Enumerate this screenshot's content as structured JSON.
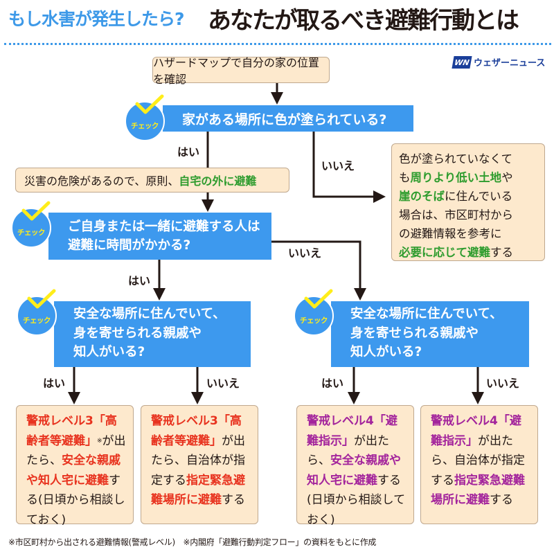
{
  "header": {
    "subtitle": "もし水害が発生したら?",
    "title_pre": "あなたが取るべき",
    "title_highlight": "避難行動",
    "title_post": "とは"
  },
  "logo": {
    "mark": "WN",
    "text": "ウェザーニュース"
  },
  "badge_label": "チェック",
  "branch_labels": {
    "yes": "はい",
    "no": "いいえ"
  },
  "start": {
    "text": "ハザードマップで自分の家の位置を確認"
  },
  "question1": {
    "text": "家がある場所に色が塗られている?"
  },
  "yes1_result": {
    "plain": "災害の危険があるので、原則、",
    "emph": "自宅の外に避難"
  },
  "no1_result": {
    "l1": "色が塗られていなくて",
    "l2a": "も",
    "l2b": "周りより低い土地",
    "l2c": "や",
    "l3a": "崖のそば",
    "l3b": "に住んでいる",
    "l4": "場合は、市区町村から",
    "l5": "の避難情報を参考に",
    "l6a": "必要に応じて避難",
    "l6b": "する"
  },
  "question2": {
    "line1": "ご自身または一緒に避難する人は",
    "line2": "避難に時間がかかる?"
  },
  "question3": {
    "line1": "安全な場所に住んでいて、",
    "line2": "身を寄せられる親戚や",
    "line3": "知人がいる?"
  },
  "question4": {
    "line1": "安全な場所に住んでいて、",
    "line2": "身を寄せられる親戚や",
    "line3": "知人がいる?"
  },
  "results": [
    {
      "a": "警戒レベル3「高齢者等避難」",
      "note": "※",
      "b": "が出たら、",
      "c": "安全な親戚や知人宅に避難",
      "d": "する(日頃から相談しておく)"
    },
    {
      "a": "警戒レベル3「高齢者等避難」",
      "b": "が出たら、自治体が指定する",
      "c": "指定緊急避難場所に避難",
      "d": "する"
    },
    {
      "a": "警戒レベル4「避難指示」",
      "b": "が出たら、",
      "c": "安全な親戚や知人宅に避難",
      "d": "する(日頃から相談しておく)"
    },
    {
      "a": "警戒レベル4「避難指示」",
      "b": "が出たら、自治体が指定する",
      "c": "指定緊急避難場所に避難",
      "d": "する"
    }
  ],
  "footer": "※市区町村から出される避難情報(警戒レベル)　※内閣府「避難行動判定フロー」の資料をもとに作成",
  "colors": {
    "blue": "#3d99ee",
    "badge_text": "#ffed1a",
    "beige": "#fde9cd",
    "green": "#2e9c2e",
    "red": "#e8331f",
    "purple": "#a3249c",
    "highlight": "#f08070"
  }
}
